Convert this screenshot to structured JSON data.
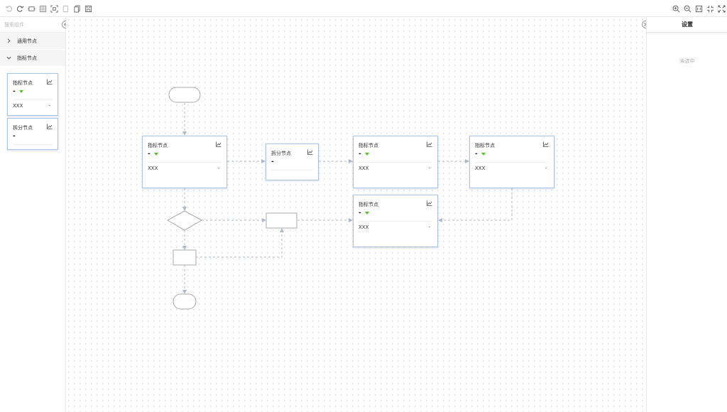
{
  "toolbar": {
    "left_buttons": [
      "undo-icon",
      "redo-icon",
      "fit-width-icon",
      "grid-icon",
      "select-area-icon",
      "copy-icon",
      "clipboard-icon",
      "save-icon"
    ],
    "right_buttons": [
      "zoom-in-icon",
      "zoom-out-icon",
      "actual-size-icon",
      "fit-view-icon",
      "fullscreen-icon"
    ]
  },
  "sidebar": {
    "search_placeholder": "搜索组件",
    "groups": [
      {
        "label": "通用节点",
        "expanded": false
      },
      {
        "label": "指标节点",
        "expanded": true
      }
    ],
    "palette": [
      {
        "title": "指标节点",
        "value": "-",
        "row_key": "XXX",
        "row_value": "-"
      },
      {
        "title": "拆分节点",
        "value": "-"
      }
    ]
  },
  "canvas": {
    "nodes": [
      {
        "id": "n1",
        "title": "指标节点",
        "value": "-",
        "row_key": "XXX",
        "row_value": "-"
      },
      {
        "id": "n2",
        "title": "拆分节点",
        "value": "-"
      },
      {
        "id": "n3",
        "title": "指标节点",
        "value": "-",
        "row_key": "XXX",
        "row_value": "-"
      },
      {
        "id": "n4",
        "title": "指标节点",
        "value": "-",
        "row_key": "XXX",
        "row_value": "-"
      },
      {
        "id": "n5",
        "title": "指标节点",
        "value": "-",
        "row_key": "XXX",
        "row_value": "-"
      }
    ]
  },
  "settings": {
    "title": "设置",
    "empty_text": "未选中"
  },
  "colors": {
    "card_border": "#aac3e6",
    "edge": "#b0b8c8",
    "trend_down": "#52c41a"
  }
}
